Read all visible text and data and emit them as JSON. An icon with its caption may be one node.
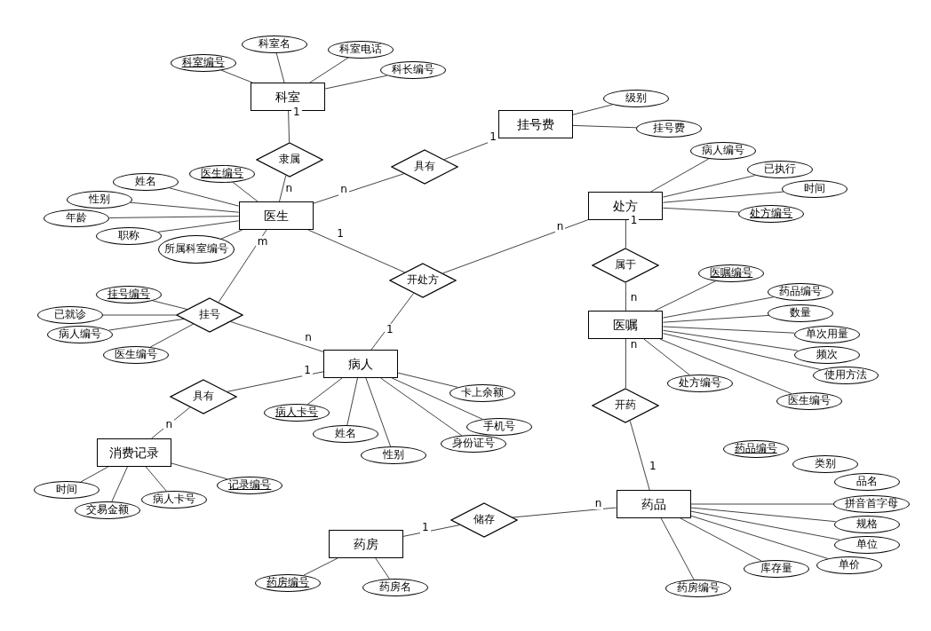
{
  "diagram": {
    "nodes": [
      {
        "text": [
          "科室"
        ]
      },
      {
        "text": [
          "科室编号"
        ]
      },
      {
        "text": [
          "科室名"
        ]
      },
      {
        "text": [
          "科室电话"
        ]
      },
      {
        "text": [
          "科长编号"
        ]
      },
      {
        "text": [
          "隶属"
        ]
      },
      {
        "text": [
          "挂号费"
        ]
      },
      {
        "text": [
          "级别"
        ]
      },
      {
        "text": [
          "挂号费"
        ]
      },
      {
        "text": [
          "具有"
        ]
      },
      {
        "text": [
          "医生"
        ]
      },
      {
        "text": [
          "姓名"
        ]
      },
      {
        "text": [
          "医生编号"
        ]
      },
      {
        "text": [
          "性别"
        ]
      },
      {
        "text": [
          "年龄"
        ]
      },
      {
        "text": [
          "职称"
        ]
      },
      {
        "text": [
          "所属科室编号"
        ]
      },
      {
        "text": [
          "处方"
        ]
      },
      {
        "text": [
          "病人编号"
        ]
      },
      {
        "text": [
          "已执行"
        ]
      },
      {
        "text": [
          "时间"
        ]
      },
      {
        "text": [
          "处方编号"
        ]
      },
      {
        "text": [
          "开处方"
        ]
      },
      {
        "text": [
          "挂号"
        ]
      },
      {
        "text": [
          "挂号编号"
        ]
      },
      {
        "text": [
          "已就诊"
        ]
      },
      {
        "text": [
          "病人编号"
        ]
      },
      {
        "text": [
          "医生编号"
        ]
      },
      {
        "text": [
          "属于"
        ]
      },
      {
        "text": [
          "医嘱"
        ]
      },
      {
        "text": [
          "医嘱编号"
        ]
      },
      {
        "text": [
          "药品编号"
        ]
      },
      {
        "text": [
          "数量"
        ]
      },
      {
        "text": [
          "单次用量"
        ]
      },
      {
        "text": [
          "频次"
        ]
      },
      {
        "text": [
          "使用方法"
        ]
      },
      {
        "text": [
          "处方编号"
        ]
      },
      {
        "text": [
          "医生编号"
        ]
      },
      {
        "text": [
          "病人"
        ]
      },
      {
        "text": [
          "病人卡号"
        ]
      },
      {
        "text": [
          "姓名"
        ]
      },
      {
        "text": [
          "性别"
        ]
      },
      {
        "text": [
          "身份证号"
        ]
      },
      {
        "text": [
          "手机号"
        ]
      },
      {
        "text": [
          "卡上余额"
        ]
      },
      {
        "text": [
          "具有"
        ]
      },
      {
        "text": [
          "开药"
        ]
      },
      {
        "text": [
          "消费记录"
        ]
      },
      {
        "text": [
          "时间"
        ]
      },
      {
        "text": [
          "交易金额"
        ]
      },
      {
        "text": [
          "病人卡号"
        ]
      },
      {
        "text": [
          "记录编号"
        ]
      },
      {
        "text": [
          "药品"
        ]
      },
      {
        "text": [
          "药品编号"
        ]
      },
      {
        "text": [
          "类别"
        ]
      },
      {
        "text": [
          "品名"
        ]
      },
      {
        "text": [
          "拼音首字母"
        ]
      },
      {
        "text": [
          "规格"
        ]
      },
      {
        "text": [
          "单位"
        ]
      },
      {
        "text": [
          "单价"
        ]
      },
      {
        "text": [
          "库存量"
        ]
      },
      {
        "text": [
          "药房编号"
        ]
      },
      {
        "text": [
          "储存"
        ]
      },
      {
        "text": [
          "药房"
        ]
      },
      {
        "text": [
          "药房编号"
        ]
      },
      {
        "text": [
          "药房名"
        ]
      }
    ],
    "edges": [
      {
        "from": 0,
        "to": 1,
        "arrow": "none"
      },
      {
        "from": 0,
        "to": 2,
        "arrow": "none"
      },
      {
        "from": 0,
        "to": 3,
        "arrow": "none"
      },
      {
        "from": 0,
        "to": 4,
        "arrow": "none"
      },
      {
        "from": 0,
        "to": 5,
        "label": "1",
        "arrow": "none"
      },
      {
        "from": 5,
        "to": 10,
        "label": "n",
        "arrow": "none"
      },
      {
        "from": 6,
        "to": 7,
        "arrow": "none"
      },
      {
        "from": 6,
        "to": 8,
        "arrow": "none"
      },
      {
        "from": 10,
        "to": 9,
        "label": "n",
        "arrow": "none"
      },
      {
        "from": 9,
        "to": 6,
        "label": "1",
        "arrow": "none"
      },
      {
        "from": 10,
        "to": 11,
        "arrow": "none"
      },
      {
        "from": 10,
        "to": 12,
        "arrow": "none"
      },
      {
        "from": 10,
        "to": 13,
        "arrow": "none"
      },
      {
        "from": 10,
        "to": 14,
        "arrow": "none"
      },
      {
        "from": 10,
        "to": 15,
        "arrow": "none"
      },
      {
        "from": 10,
        "to": 16,
        "arrow": "none"
      },
      {
        "from": 17,
        "to": 18,
        "arrow": "none"
      },
      {
        "from": 17,
        "to": 19,
        "arrow": "none"
      },
      {
        "from": 17,
        "to": 20,
        "arrow": "none"
      },
      {
        "from": 17,
        "to": 21,
        "arrow": "none"
      },
      {
        "from": 10,
        "to": 22,
        "label": "1",
        "arrow": "none"
      },
      {
        "from": 22,
        "to": 17,
        "label": "n",
        "arrow": "none"
      },
      {
        "from": 22,
        "to": 38,
        "label": "1",
        "arrow": "none"
      },
      {
        "from": 10,
        "to": 23,
        "label": "m",
        "arrow": "none"
      },
      {
        "from": 23,
        "to": 38,
        "label": "n",
        "arrow": "none"
      },
      {
        "from": 23,
        "to": 24,
        "arrow": "none"
      },
      {
        "from": 23,
        "to": 25,
        "arrow": "none"
      },
      {
        "from": 23,
        "to": 26,
        "arrow": "none"
      },
      {
        "from": 23,
        "to": 27,
        "arrow": "none"
      },
      {
        "from": 17,
        "to": 28,
        "label": "1",
        "arrow": "none"
      },
      {
        "from": 28,
        "to": 29,
        "label": "n",
        "arrow": "none"
      },
      {
        "from": 29,
        "to": 30,
        "arrow": "none"
      },
      {
        "from": 29,
        "to": 31,
        "arrow": "none"
      },
      {
        "from": 29,
        "to": 32,
        "arrow": "none"
      },
      {
        "from": 29,
        "to": 33,
        "arrow": "none"
      },
      {
        "from": 29,
        "to": 34,
        "arrow": "none"
      },
      {
        "from": 29,
        "to": 35,
        "arrow": "none"
      },
      {
        "from": 29,
        "to": 36,
        "arrow": "none"
      },
      {
        "from": 29,
        "to": 37,
        "arrow": "none"
      },
      {
        "from": 38,
        "to": 39,
        "arrow": "none"
      },
      {
        "from": 38,
        "to": 40,
        "arrow": "none"
      },
      {
        "from": 38,
        "to": 41,
        "arrow": "none"
      },
      {
        "from": 38,
        "to": 42,
        "arrow": "none"
      },
      {
        "from": 38,
        "to": 43,
        "arrow": "none"
      },
      {
        "from": 38,
        "to": 44,
        "arrow": "none"
      },
      {
        "from": 38,
        "to": 45,
        "label": "1",
        "arrow": "none"
      },
      {
        "from": 45,
        "to": 47,
        "label": "n",
        "arrow": "none"
      },
      {
        "from": 29,
        "to": 46,
        "label": "n",
        "arrow": "none"
      },
      {
        "from": 46,
        "to": 52,
        "label": "1",
        "arrow": "none"
      },
      {
        "from": 47,
        "to": 48,
        "arrow": "none"
      },
      {
        "from": 47,
        "to": 49,
        "arrow": "none"
      },
      {
        "from": 47,
        "to": 50,
        "arrow": "none"
      },
      {
        "from": 47,
        "to": 51,
        "arrow": "none"
      },
      {
        "from": 52,
        "to": 56,
        "arrow": "none"
      },
      {
        "from": 52,
        "to": 57,
        "arrow": "none"
      },
      {
        "from": 52,
        "to": 58,
        "arrow": "none"
      },
      {
        "from": 52,
        "to": 59,
        "arrow": "none"
      },
      {
        "from": 52,
        "to": 60,
        "arrow": "none"
      },
      {
        "from": 52,
        "to": 61,
        "arrow": "none"
      },
      {
        "from": 63,
        "to": 62,
        "label": "1",
        "arrow": "none"
      },
      {
        "from": 62,
        "to": 52,
        "label": "n",
        "arrow": "none"
      },
      {
        "from": 63,
        "to": 64,
        "arrow": "none"
      },
      {
        "from": 63,
        "to": 65,
        "arrow": "none"
      }
    ]
  }
}
